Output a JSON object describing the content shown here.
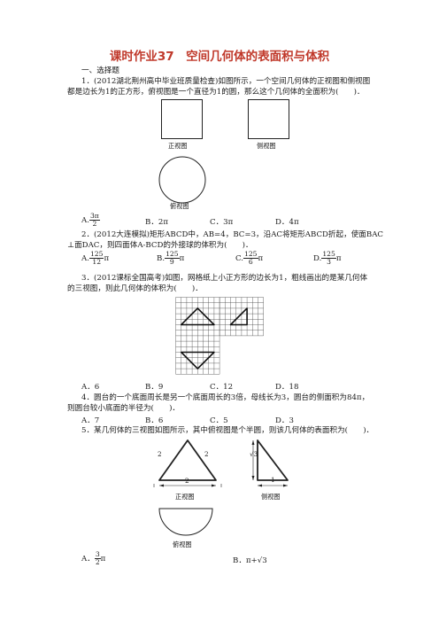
{
  "title": "课时作业37　空间几何体的表面积与体积",
  "section": "一、选择题",
  "q1": {
    "line1": "1．(2012湖北荆州高中毕业班质量检查)如图所示，一个空间几何体的正视图和侧视图",
    "line2": "都是边长为1的正方形，俯视图是一个直径为1的圆，那么这个几何体的全面积为(　　)．",
    "front_label": "正视图",
    "side_label": "侧视图",
    "top_label": "俯视图",
    "optA_prefix": "A.",
    "optA_num": "3π",
    "optA_den": "2",
    "optB": "B．2π",
    "optC": "C．3π",
    "optD": "D．4π"
  },
  "q2": {
    "line1": "2．(2012大连模拟)矩形ABCD中，AB=4，BC=3，沿AC将矩形ABCD折起，使面BAC",
    "line2": "⊥面DAC，则四面体A-BCD的外接球的体积为(　　)．",
    "optA_prefix": "A.",
    "optA_num": "125",
    "optA_den": "12",
    "optA_suffix": "π",
    "optB_prefix": "B.",
    "optB_num": "125",
    "optB_den": "9",
    "optB_suffix": "π",
    "optC_prefix": "C.",
    "optC_num": "125",
    "optC_den": "6",
    "optC_suffix": "π",
    "optD_prefix": "D.",
    "optD_num": "125",
    "optD_den": "3",
    "optD_suffix": "π"
  },
  "q3": {
    "line1": "3．(2012课标全国高考)如图，网格纸上小正方形的边长为1，粗线画出的是某几何体",
    "line2": "的三视图，则此几何体的体积为(　　)．",
    "optA": "A．6",
    "optB": "B．9",
    "optC": "C．12",
    "optD": "D．18"
  },
  "q4": {
    "line1": "4．圆台的一个底面周长是另一个底面周长的3倍，母线长为3，圆台的侧面积为84π，",
    "line2": "则圆台较小底面的半径为(　　)．",
    "optA": "A．7",
    "optB": "B．6",
    "optC": "C．5",
    "optD": "D．3"
  },
  "q5": {
    "line1": "5．某几何体的三视图如图所示，其中俯视图是个半圆，则该几何体的表面积为(　　)．",
    "dim_left": "2",
    "dim_right": "2",
    "dim_bottom": "2",
    "side_height": "√3",
    "side_base": "1",
    "front_label": "正视图",
    "side_label": "侧视图",
    "top_label": "俯视图",
    "optA_prefix": "A．",
    "optA_num": "3",
    "optA_den": "2",
    "optA_suffix": "π",
    "optB": "B．π+√3"
  }
}
